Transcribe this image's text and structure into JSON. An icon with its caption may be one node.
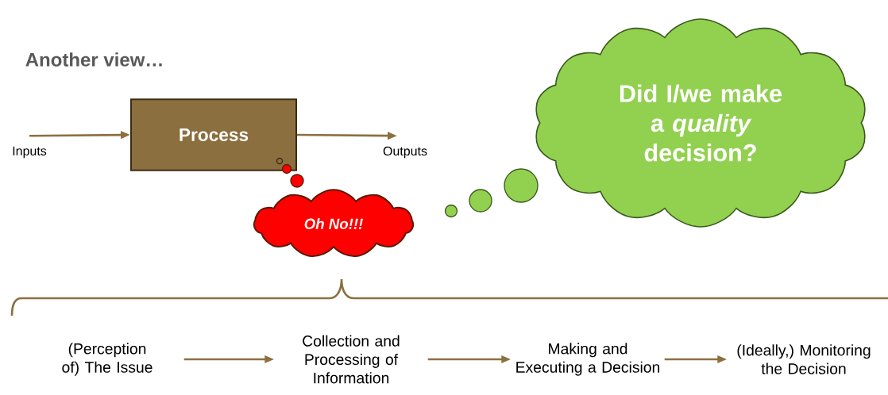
{
  "diagram": {
    "title": "Another view…",
    "nodes": [
      {
        "text": [
          "Inputs"
        ]
      },
      {
        "text": [
          "Process"
        ]
      },
      {
        "text": [
          "Outputs"
        ]
      },
      {
        "text": [
          "Oh No!!!"
        ]
      },
      {
        "text": [
          "Did I/we make a *quality* decision?"
        ]
      },
      {
        "text": [
          "(Perception of) The Issue"
        ]
      },
      {
        "text": [
          "Collection and Processing of Information"
        ]
      },
      {
        "text": [
          "Making and Executing a Decision"
        ]
      },
      {
        "text": [
          "(Ideally,) Monitoring the Decision"
        ]
      }
    ],
    "edges": [
      {
        "from": 0,
        "to": 1,
        "arrow": "to"
      },
      {
        "from": 1,
        "to": 2,
        "arrow": "to"
      },
      {
        "from": 5,
        "to": 6,
        "arrow": "to"
      },
      {
        "from": 6,
        "to": 7,
        "arrow": "to"
      },
      {
        "from": 7,
        "to": 8,
        "arrow": "to"
      }
    ]
  }
}
